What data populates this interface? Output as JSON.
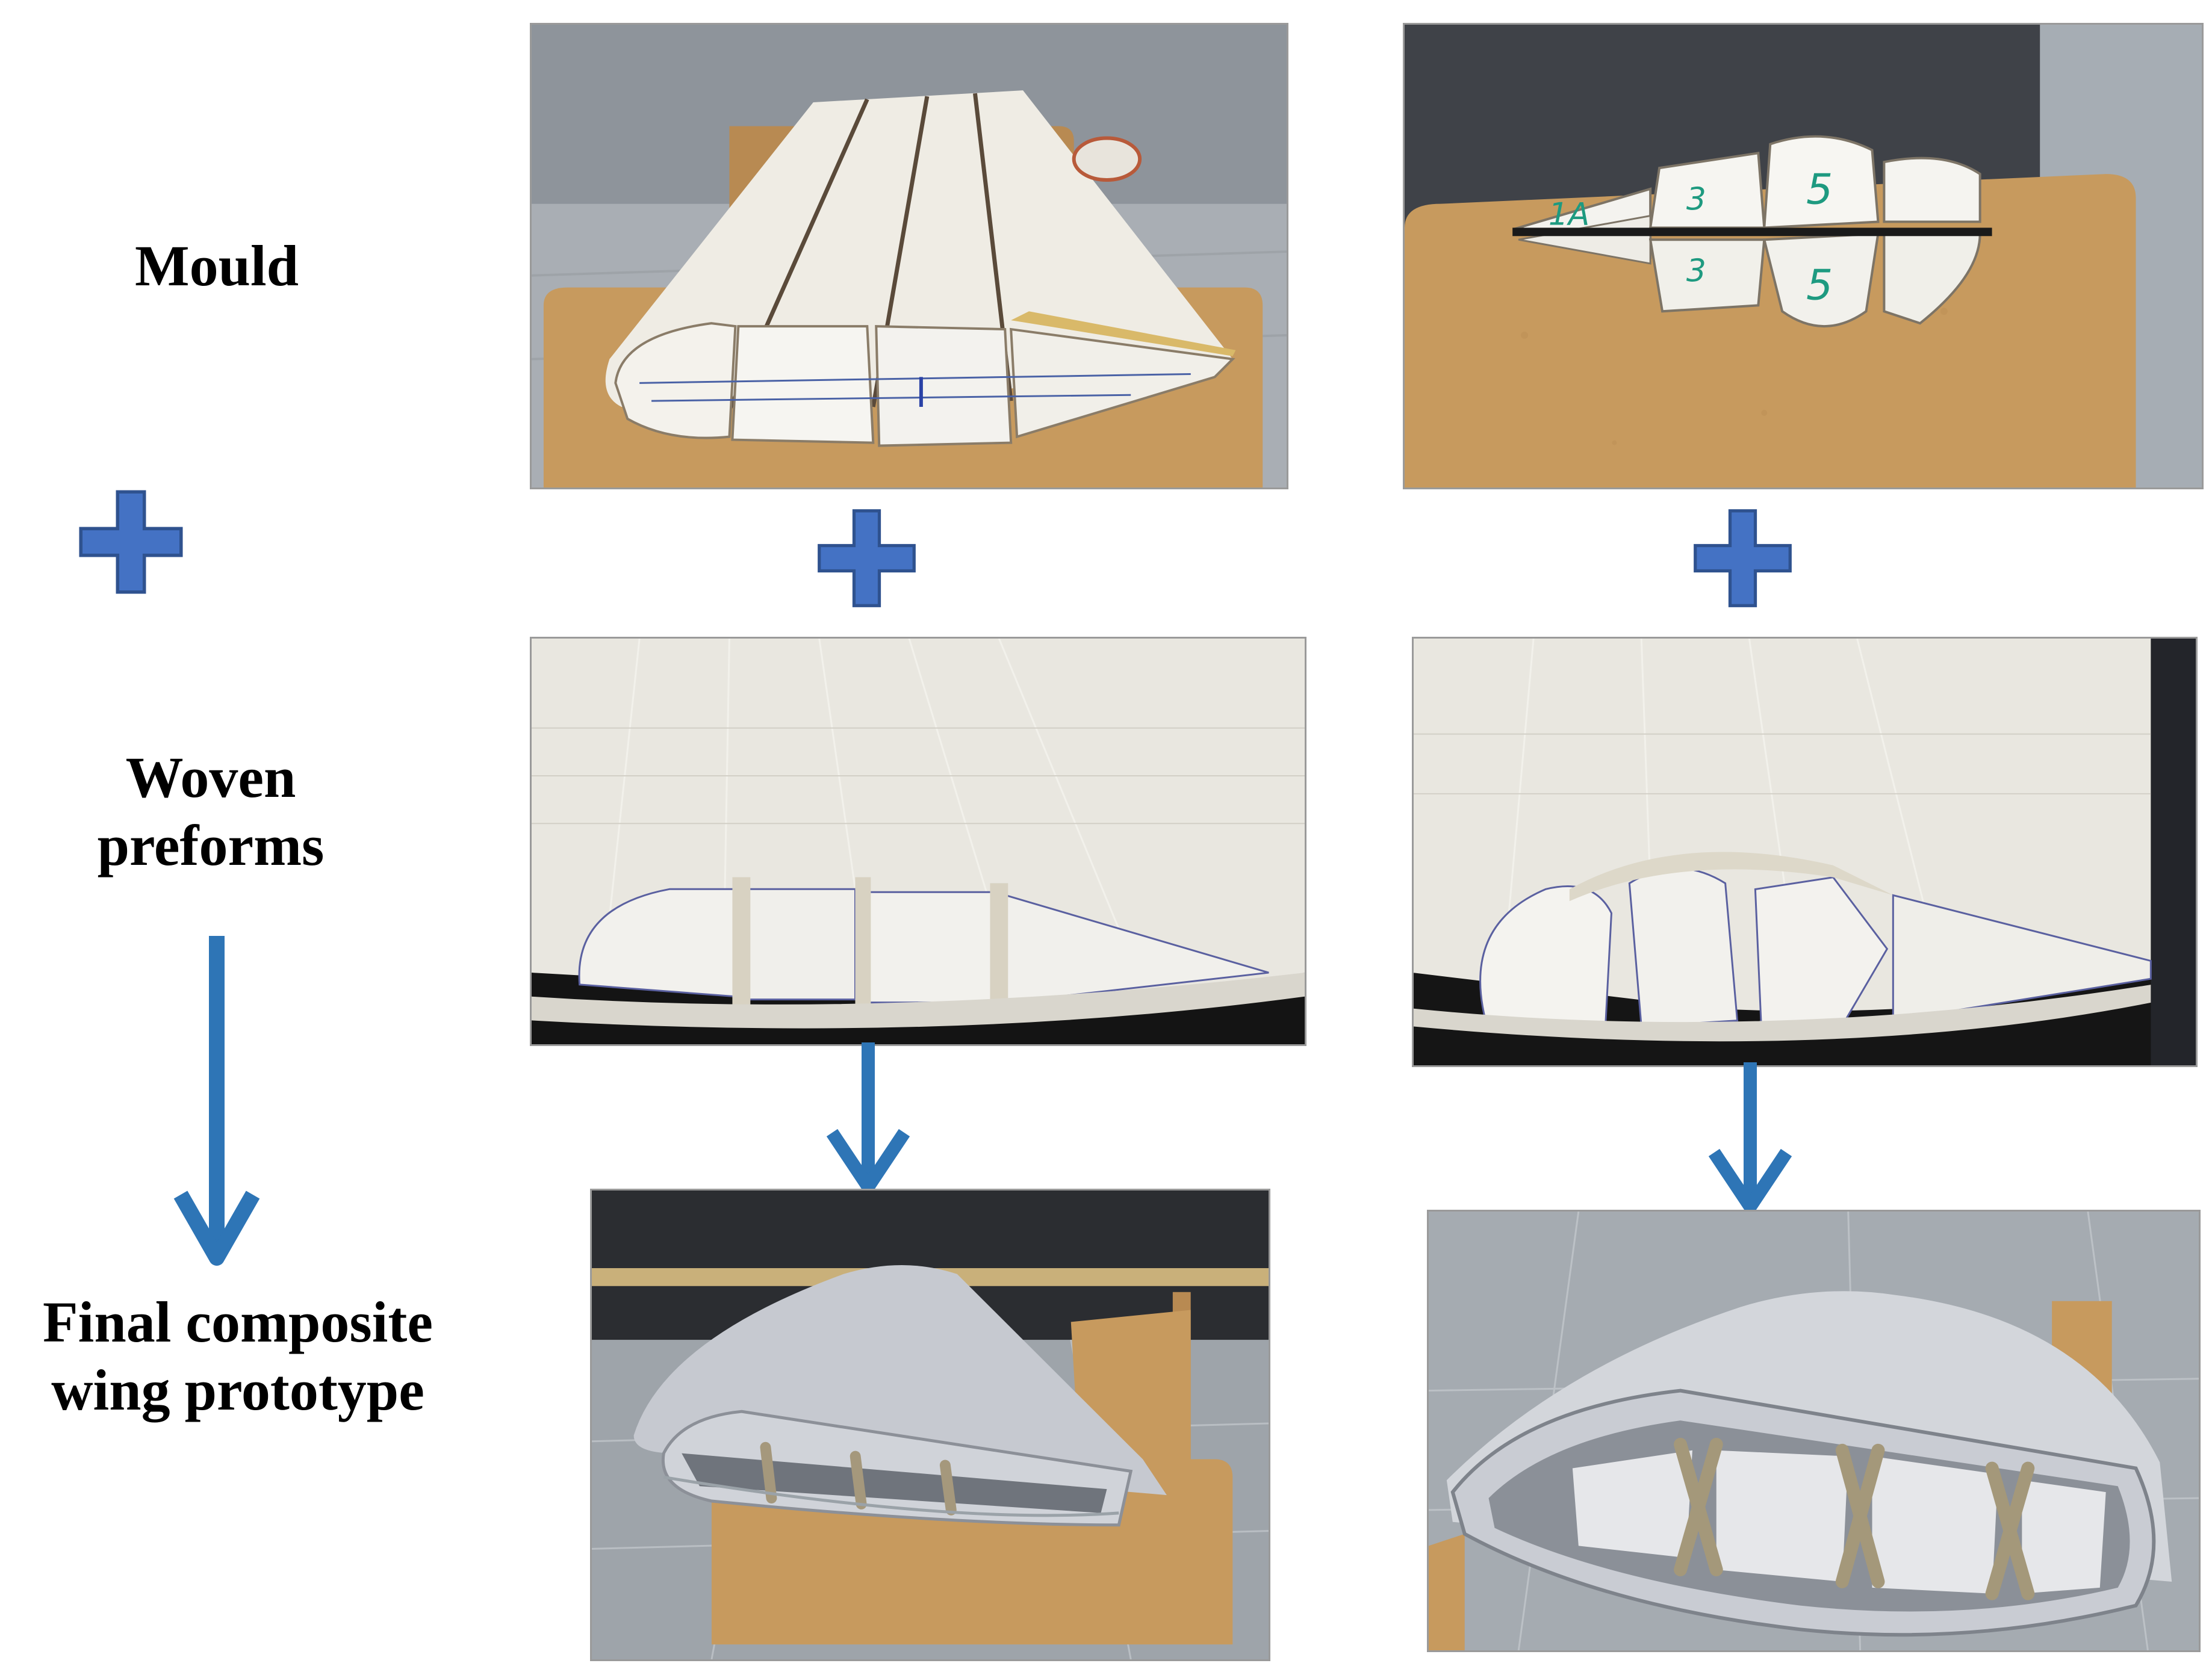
{
  "labels": {
    "mould": "Mould",
    "woven_line1": "Woven",
    "woven_line2": "preforms",
    "final_line1": "Final composite",
    "final_line2": "wing prototype"
  },
  "mould_marks": [
    "1A",
    "3",
    "5",
    "3",
    "5"
  ],
  "icons": {
    "plus": "plus-icon",
    "arrow": "arrow-down-icon"
  },
  "colors": {
    "plus_fill": "#4472c4",
    "plus_stroke": "#2f528f",
    "arrow": "#2e75b6",
    "mdf_wood": "#c79a5e",
    "foam": "#ecebe7",
    "fabric": "#e9e7e0",
    "composite_skin": "#c9ccd3"
  }
}
